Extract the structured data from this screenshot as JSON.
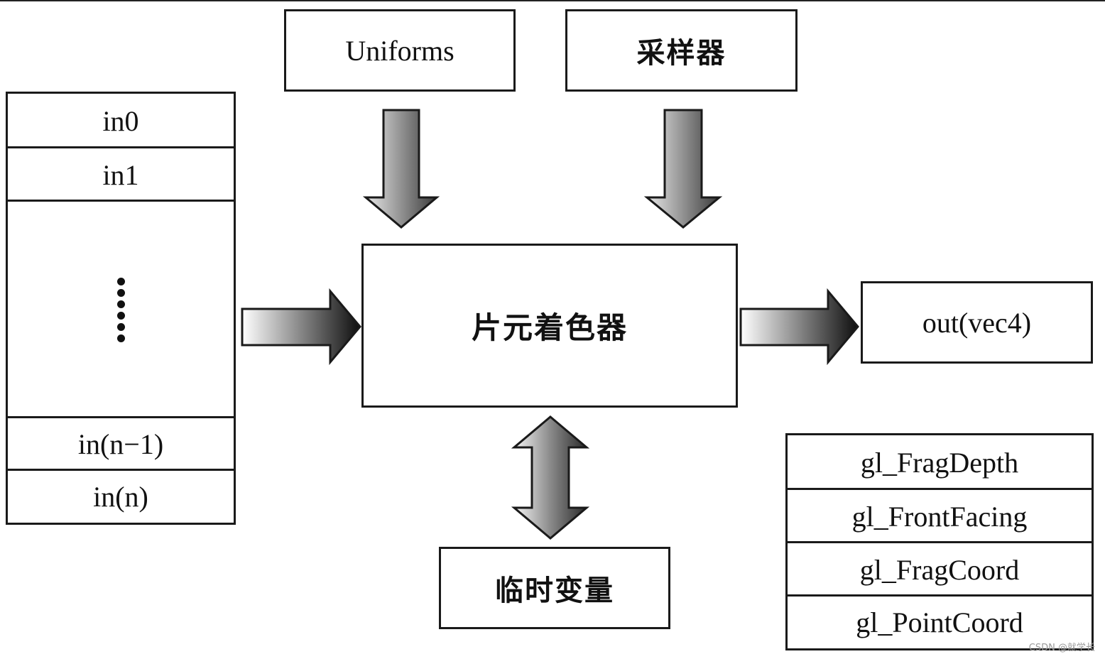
{
  "inputs": {
    "in0": "in0",
    "in1": "in1",
    "in_n_minus_1": "in(n−1)",
    "in_n": "in(n)"
  },
  "uniforms_label": "Uniforms",
  "sampler_label": "采样器",
  "shader_label": "片元着色器",
  "output_label": "out(vec4)",
  "temp_label": "临时变量",
  "builtins": [
    "gl_FragDepth",
    "gl_FrontFacing",
    "gl_FragCoord",
    "gl_PointCoord"
  ],
  "watermark": "CSDN @就学长"
}
